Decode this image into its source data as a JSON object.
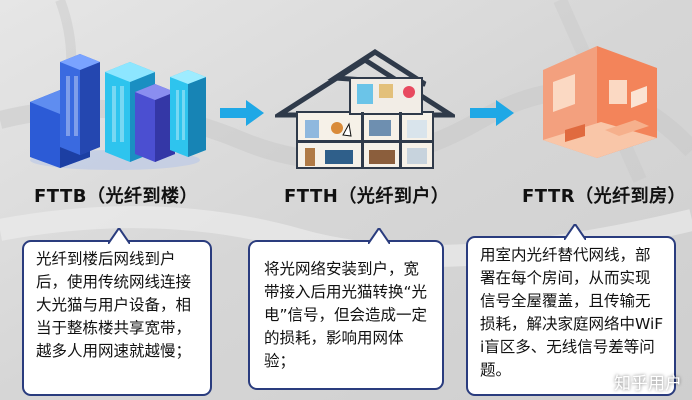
{
  "colors": {
    "arrow": "#1fa8e6",
    "callout_border": "#2a3c7e",
    "building_blue": "#2c5bd6",
    "building_teal": "#2ec4ee",
    "room_orange": "#f3845a"
  },
  "panels": [
    {
      "title": "FTTB（光纤到楼）",
      "description": "光纤到楼后网线到户后，使用传统网线连接大光猫与用户设备，相当于整栋楼共享宽带，越多人用网速就越慢；"
    },
    {
      "title": "FTTH（光纤到户）",
      "description": "将光网络安装到户，宽带接入后用光猫转换“光电”信号，但会造成一定的损耗，影响用网体验；"
    },
    {
      "title": "FTTR（光纤到房）",
      "description": "用室内光纤替代网线，部署在每个房间，从而实现信号全屋覆盖，且传输无损耗，解决家庭网络中WiFi盲区多、无线信号差等问题。"
    }
  ],
  "watermark": "知乎用户"
}
